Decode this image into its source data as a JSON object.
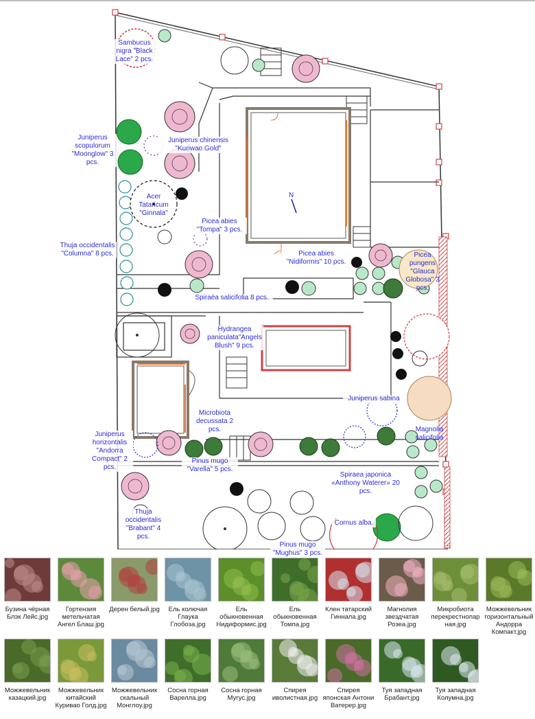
{
  "plan": {
    "north_label": "N",
    "labels": {
      "sambucus": "Sambucus nigra \"Black Lace\" 2 pcs.",
      "juniperus_scopulorum": "Juniperus scopulorum \"Moonglow\" 3 pcs.",
      "juniperus_chinensis": "Juniperus chinensis \"Kuriwao Gold\"",
      "acer": "Acer Tataricum \"Ginnala\"",
      "thuja_columna": "Thuja occidentalis \"Columna\" 8 pcs.",
      "picea_tompa": "Picea abies \"Tompa\" 3 pcs.",
      "picea_nidiformis": "Picea abies \"Nidiformis\" 10 pcs.",
      "picea_pungens": "Picea pungens \"Glauca Globosa\" 3 pcs.",
      "spiraea_salicifolia": "Spiraéa salicifolia 8 pcs.",
      "hydrangea": "Hydrangea paniculata\"Angels Blush\" 9 pcs.",
      "juniperus_sabina": "Juniperus sabina",
      "microbiota": "Microbiota decussata 2 pcs.",
      "magnolia": "Magnolia salicifolia",
      "juniperus_horizontalis": "Juniperus horizontalis \"Andorra Compact\" 2 pcs.",
      "pinus_varella": "Pinus mugo \"Varella\" 5 pcs.",
      "spiraea_japonica": "Spiraea japonica «Anthony Waterer» 20 pcs.",
      "thuja_brabant": "Thuja occidentalis \"Brabant\" 4 pcs.",
      "cornus": "Cornus alba.",
      "pinus_mughus": "Pinus mugo \"Mughus\" 3 pcs."
    }
  },
  "gallery": [
    {
      "file": "Бузина чёрная Блэк Лейс.jpg",
      "color": "#6e3a3a",
      "accent": "#c08a8a"
    },
    {
      "file": "Гортензия метельчатая Ангел Блаш.jpg",
      "color": "#5c8a3a",
      "accent": "#e9a0b0"
    },
    {
      "file": "Дерен белый.jpg",
      "color": "#8a9a6a",
      "accent": "#b04040"
    },
    {
      "file": "Ель колючая Глаука Глобоза.jpg",
      "color": "#6f93a6",
      "accent": "#a9c4cf"
    },
    {
      "file": "Ель обыкновенная Нидиформис.jpg",
      "color": "#5c8f2a",
      "accent": "#8fbd4a"
    },
    {
      "file": "Ель обыкновенная Томпа.jpg",
      "color": "#3f6e2a",
      "accent": "#7aa84a"
    },
    {
      "file": "Клен татарский Гиннала.jpg",
      "color": "#b03030",
      "accent": "#d9e4ee"
    },
    {
      "file": "Магнолия звездчатая Розеа.jpg",
      "color": "#6b5b4a",
      "accent": "#f0b0c0"
    },
    {
      "file": "Микробиота перекрестнопарная.jpg",
      "color": "#6e8f3a",
      "accent": "#a8c070"
    },
    {
      "file": "Можжевельник горизонтальный Андорра Компакт.jpg",
      "color": "#5a7a2a",
      "accent": "#9aba5a"
    },
    {
      "file": "Можжевельник казацкий.jpg",
      "color": "#4a6a2a",
      "accent": "#7a9a4a"
    },
    {
      "file": "Можжевельник китайский Куриваo Голд.jpg",
      "color": "#7a9a3a",
      "accent": "#c8c060"
    },
    {
      "file": "Можжевельник скальный Монглоу.jpg",
      "color": "#6a8aa0",
      "accent": "#b8c8d4"
    },
    {
      "file": "Сосна горная Варелла.jpg",
      "color": "#3e6e2a",
      "accent": "#7ab04a"
    },
    {
      "file": "Сосна горная Мугус.jpg",
      "color": "#4e7a3a",
      "accent": "#9abd7a"
    },
    {
      "file": "Спирея иволистная.jpg",
      "color": "#5a7a3a",
      "accent": "#f0f0f0"
    },
    {
      "file": "Спирея японская Антони Ватерер.jpg",
      "color": "#4a6a2a",
      "accent": "#d070a0"
    },
    {
      "file": "Туя западная Брабант.jpg",
      "color": "#3a6a2a",
      "accent": "#d8e8f0"
    },
    {
      "file": "Туя западная Колумна.jpg",
      "color": "#2e5a22",
      "accent": "#e0eaf0"
    }
  ]
}
